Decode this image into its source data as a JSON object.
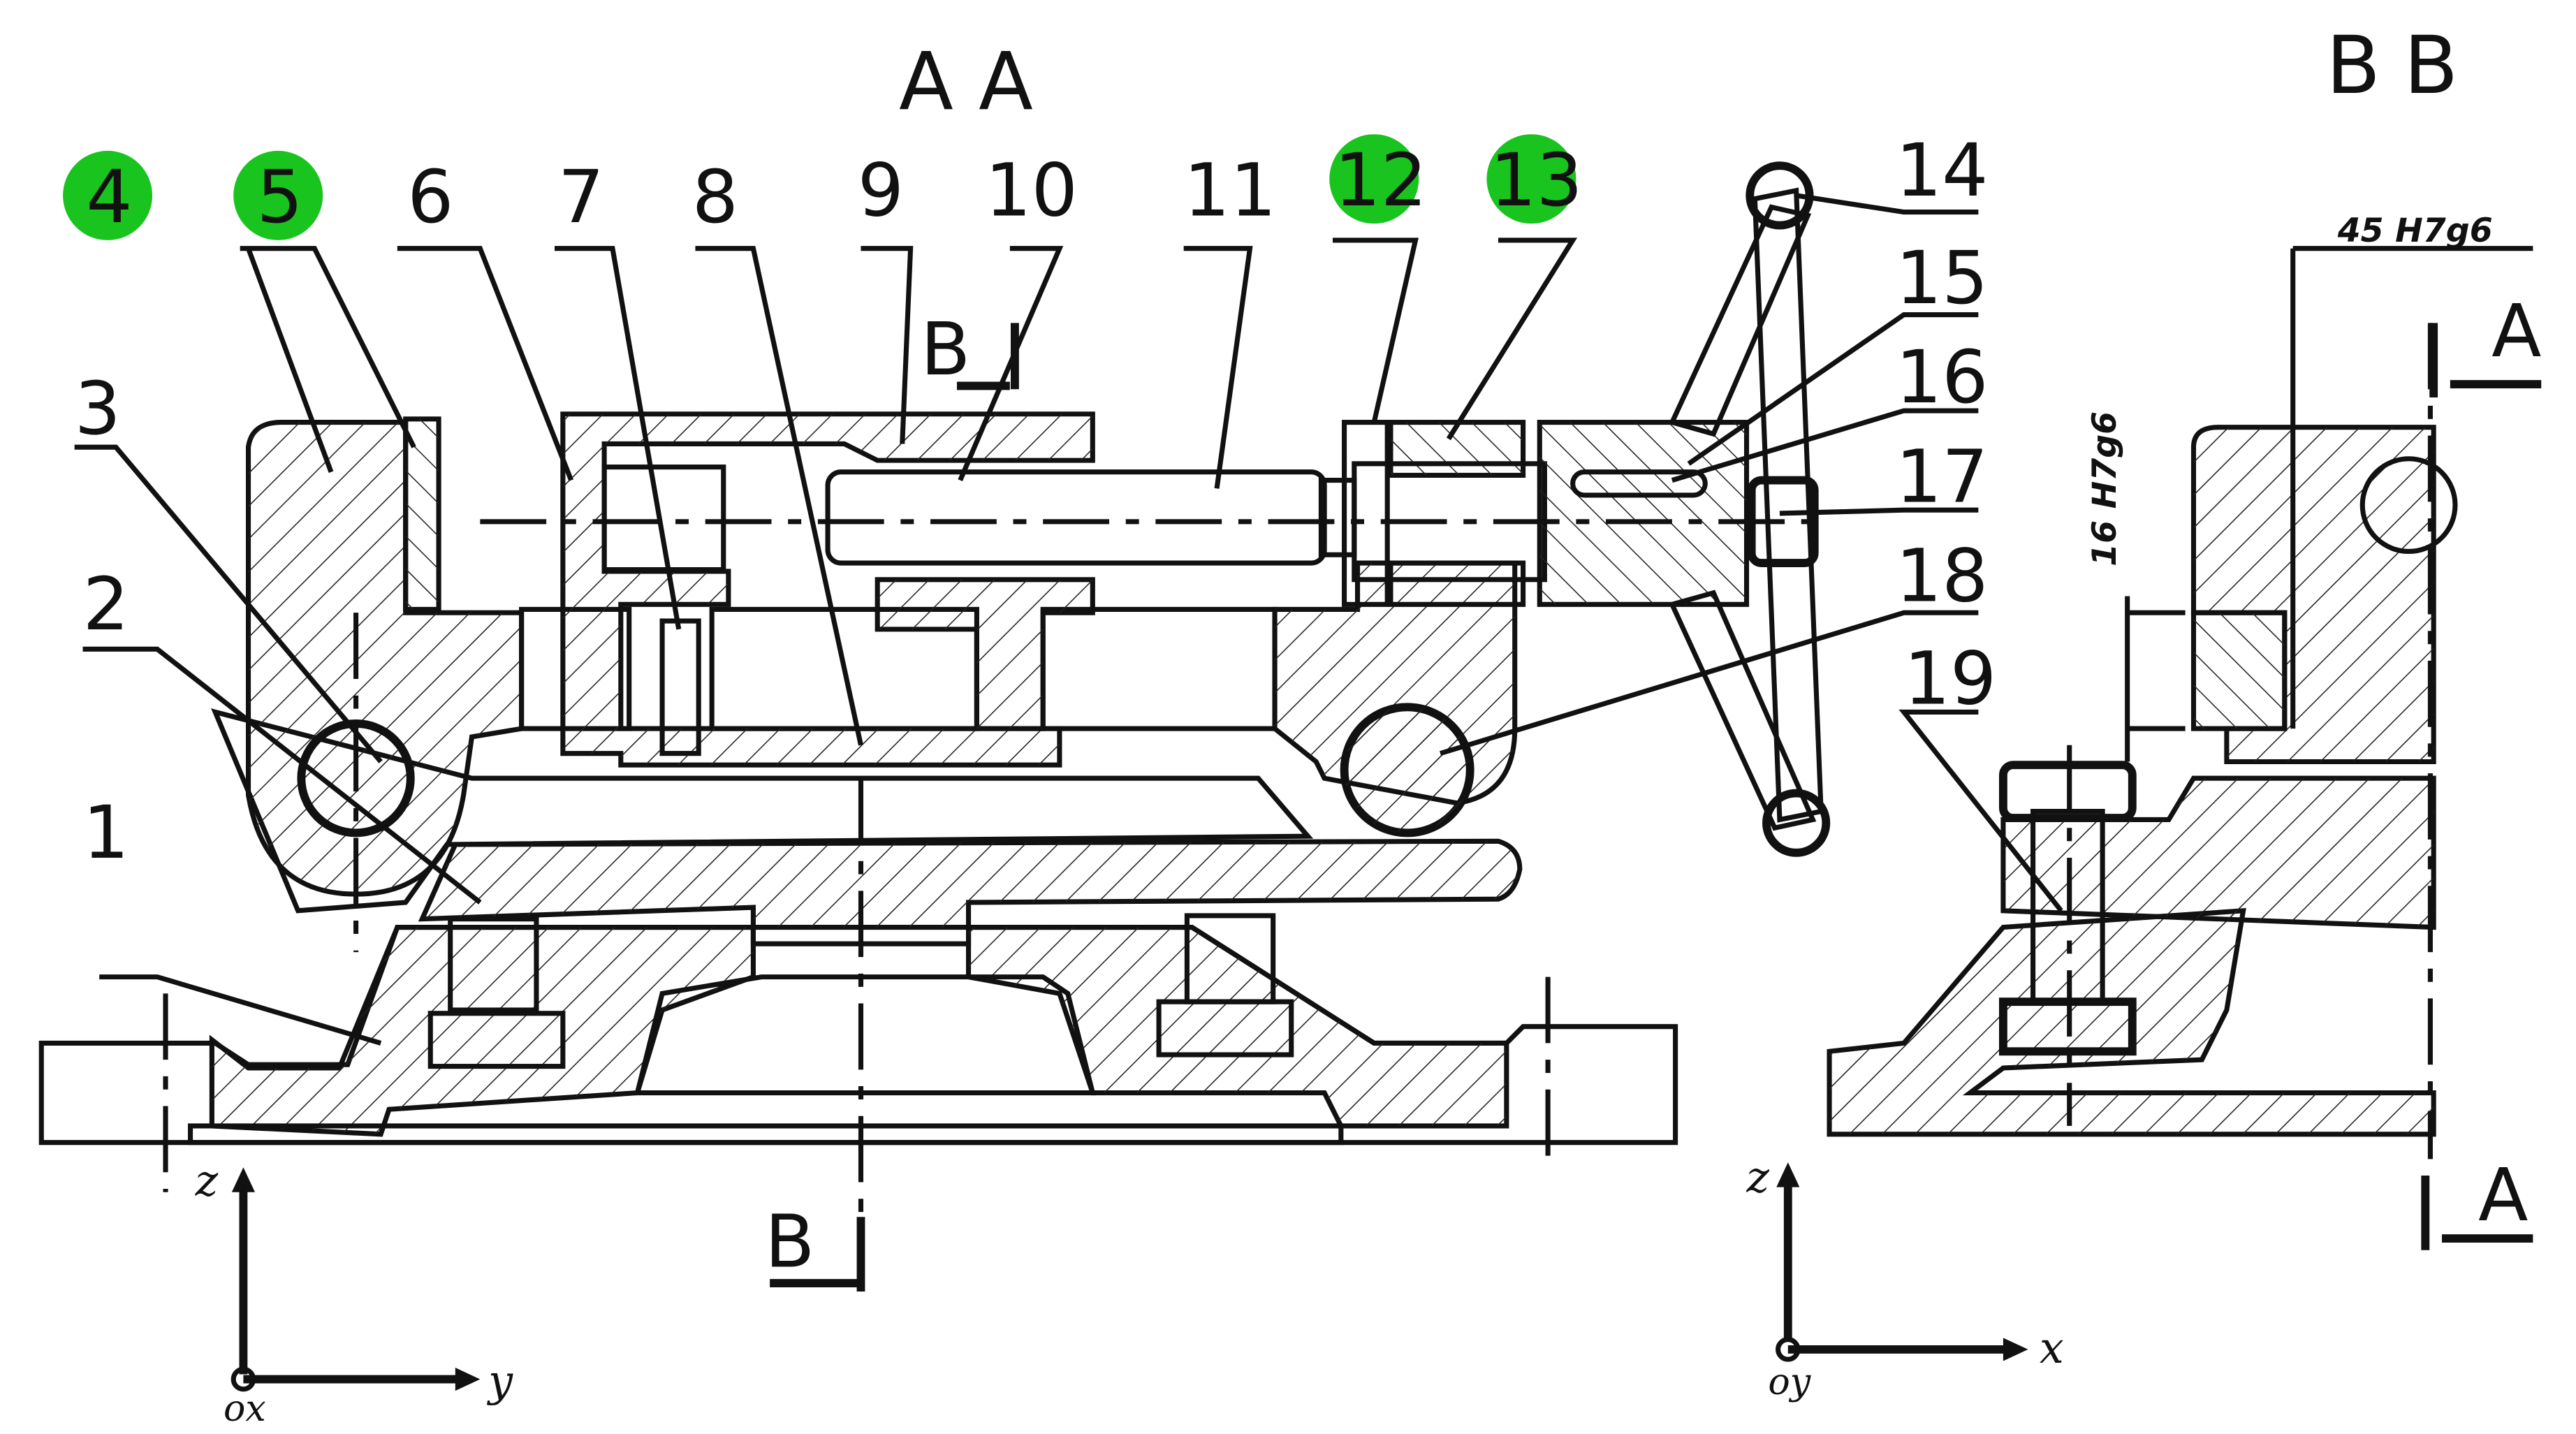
{
  "views": {
    "section_aa": "AA",
    "section_bb": "BB"
  },
  "section_marks": {
    "b_top": "B",
    "b_bottom": "B",
    "a_top": "A",
    "a_bottom": "A"
  },
  "part_numbers": [
    "1",
    "2",
    "3",
    "4",
    "5",
    "6",
    "7",
    "8",
    "9",
    "10",
    "11",
    "12",
    "13",
    "14",
    "15",
    "16",
    "17",
    "18",
    "19"
  ],
  "highlighted_parts": [
    "4",
    "5",
    "12",
    "13"
  ],
  "fits": {
    "bore": "45 H7g6",
    "slot": "16 H7g6"
  },
  "axes_aa": {
    "vertical": "z",
    "horizontal": "y",
    "origin": "ox"
  },
  "axes_bb": {
    "vertical": "z",
    "horizontal": "x",
    "origin": "oy"
  },
  "colors": {
    "base_yellow": "#f3dd6a",
    "base_light": "#faf2b0",
    "slide_purple": "#c23fe0",
    "slide_pink": "#e8a6f2",
    "clamp_green": "#47c23a",
    "light_green": "#a4ee9c",
    "body_blue": "#3d3fd6",
    "light_blue": "#a3a4ee",
    "screw_red": "#f2304f",
    "wheel_pink": "#f08a96",
    "badge_green": "#19c41f"
  }
}
